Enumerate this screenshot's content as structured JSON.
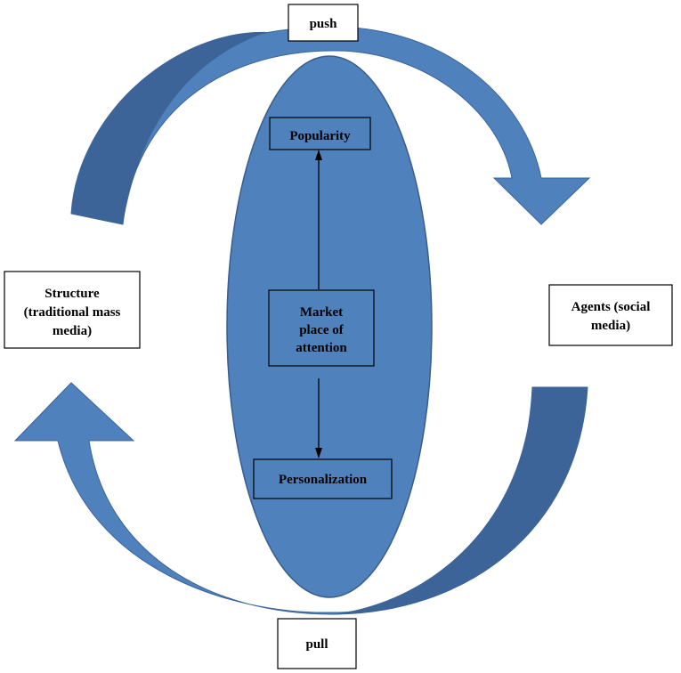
{
  "colors": {
    "ellipse_fill": "#4f81bd",
    "ellipse_stroke": "#385d8a",
    "arrow_fill": "#4f81bd",
    "arrow_shade": "#3c6499",
    "box_fill": "#ffffff",
    "line": "#000000"
  },
  "labels": {
    "push": "push",
    "pull": "pull",
    "popularity": "Popularity",
    "personalization": "Personalization",
    "market": [
      "Market",
      "place of",
      "attention"
    ],
    "structure": [
      "Structure",
      "(traditional mass",
      "media)"
    ],
    "agents": [
      "Agents (social",
      "media)"
    ]
  }
}
